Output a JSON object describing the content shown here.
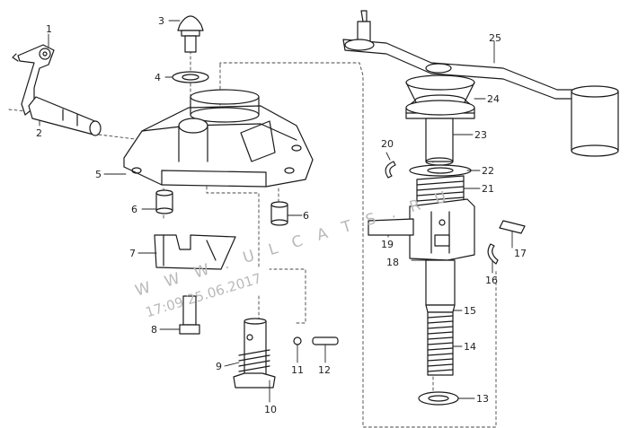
{
  "diagram": {
    "callouts": [
      "1",
      "2",
      "3",
      "4",
      "5",
      "6",
      "6",
      "7",
      "8",
      "9",
      "10",
      "11",
      "12",
      "13",
      "14",
      "15",
      "16",
      "17",
      "18",
      "19",
      "20",
      "21",
      "22",
      "23",
      "24",
      "25"
    ],
    "watermark": {
      "line1": "W W W . U L C A T S . R U",
      "line2": "17:09 25.06.2017"
    }
  }
}
